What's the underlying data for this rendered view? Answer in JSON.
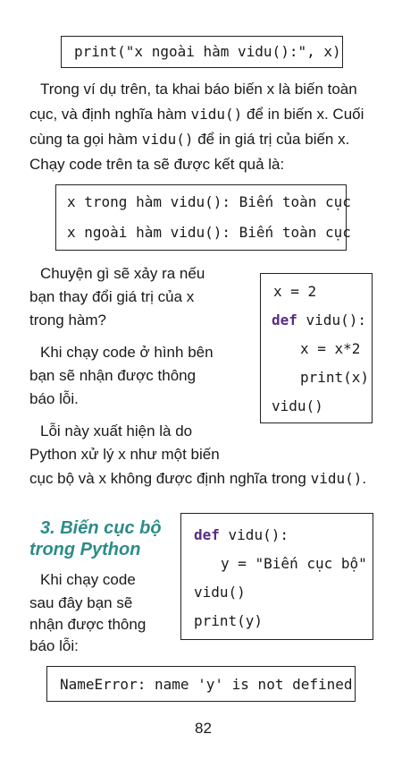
{
  "top_code": "print(\"x ngoài hàm vidu():\", x)",
  "intro_paragraph": {
    "p1": "Trong ví dụ trên, ta khai báo biến x là biến toàn",
    "p2a": "cục, và định nghĩa hàm ",
    "p2code": "vidu()",
    "p2b": " để in biến x. Cuối",
    "p3a": "cùng ta gọi hàm ",
    "p3code": "vidu()",
    "p3b": " để in giá trị của biến x.",
    "p4": "Chạy code trên ta sẽ được kết quả là:"
  },
  "output_box": {
    "line1": "x trong hàm vidu(): Biến toàn cục",
    "line2": "x ngoài hàm vidu(): Biến toàn cục"
  },
  "question": {
    "l1": "Chuyện gì sẽ xảy ra nếu",
    "l2": "bạn thay đổi giá trị của x",
    "l3": "trong hàm?"
  },
  "explain": {
    "l1": "Khi chạy code ở hình bên",
    "l2": "bạn sẽ nhận được thông",
    "l3": "báo lỗi."
  },
  "error_text": {
    "l1": "Lỗi này xuất hiện là do",
    "l2": "Python xử lý x như một biến",
    "l3a": "cục bộ và x không được định nghĩa trong ",
    "l3code": "vidu()",
    "l3b": "."
  },
  "code_box1": {
    "line1": "x = 2",
    "line2_kw": "def",
    "line2_rest": " vidu():",
    "line3": "x = x*2",
    "line4": "print(x)",
    "line5": "vidu()"
  },
  "section": {
    "title_l1": "3. Biến cục bộ",
    "title_l2": "trong Python",
    "color": "#2c8c8a"
  },
  "section_text": {
    "l1": "Khi chạy code",
    "l2": "sau đây bạn sẽ",
    "l3": "nhận được thông",
    "l4": "báo lỗi:"
  },
  "code_box2": {
    "line1_kw": "def",
    "line1_rest": " vidu():",
    "line2": "y = \"Biến cục bộ\"",
    "line3": "vidu()",
    "line4": "print(y)"
  },
  "error_box": "NameError: name 'y' is not defined",
  "page_number": "82"
}
